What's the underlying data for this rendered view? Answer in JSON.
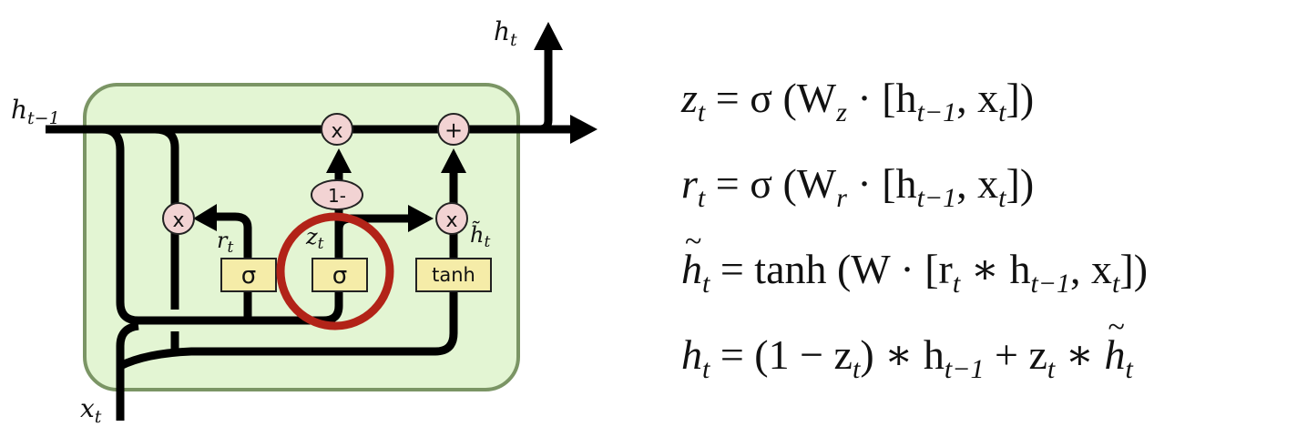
{
  "diagram": {
    "title": "GRU cell",
    "labels": {
      "h_prev": "h",
      "h_prev_sub": "t−1",
      "h_out": "h",
      "h_out_sub": "t",
      "x_in": "x",
      "x_in_sub": "t",
      "r_gate": "r",
      "r_gate_sub": "t",
      "z_gate": "z",
      "z_gate_sub": "t",
      "h_tilde": "h̃",
      "h_tilde_sub": "t"
    },
    "operators": {
      "multiply": "x",
      "add": "+",
      "one_minus": "1-"
    },
    "layers": {
      "reset_sigmoid": "σ",
      "update_sigmoid": "σ",
      "candidate_tanh": "tanh"
    },
    "colors": {
      "cell_fill": "#e3f5d3",
      "cell_border": "#7b9565",
      "op_fill": "#f2d3d3",
      "layer_fill": "#f5eca8",
      "highlight": "#b22318",
      "line": "#000000"
    },
    "highlight_target": "update gate (z_t sigmoid)"
  },
  "equations": [
    {
      "id": "z",
      "lhs": "z",
      "lhs_sub": "t",
      "rhs": "= σ (W",
      "w_sub": "z",
      "rest_a": " · [h",
      "h_sub": "t−1",
      "rest_b": ", x",
      "x_sub": "t",
      "rest_c": "])"
    },
    {
      "id": "r",
      "lhs": "r",
      "lhs_sub": "t",
      "rhs": "= σ (W",
      "w_sub": "r",
      "rest_a": " · [h",
      "h_sub": "t−1",
      "rest_b": ", x",
      "x_sub": "t",
      "rest_c": "])"
    },
    {
      "id": "htilde",
      "lhs": "h",
      "lhs_sub": "t",
      "rhs": "= tanh (W · [r",
      "r_sub": "t",
      "rest_a": " ∗ h",
      "h_sub": "t−1",
      "rest_b": ", x",
      "x_sub": "t",
      "rest_c": "])"
    },
    {
      "id": "h",
      "lhs": "h",
      "lhs_sub": "t",
      "p1": "= (1 − z",
      "z_sub": "t",
      "p2": ") ∗ h",
      "h_sub": "t−1",
      "p3": " + z",
      "z2_sub": "t",
      "p4": " ∗ ",
      "ht": "h",
      "ht_sub": "t"
    }
  ]
}
